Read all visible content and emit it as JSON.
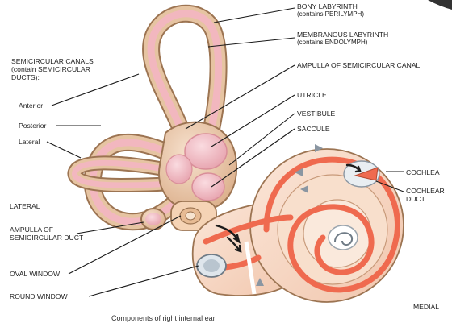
{
  "labels": {
    "bony_labyrinth": "BONY LABYRINTH",
    "bony_labyrinth_note": "(contains PERILYMPH)",
    "membranous_labyrinth": "MEMBRANOUS LABYRINTH",
    "membranous_labyrinth_note": "(contains ENDOLYMPH)",
    "ampulla_canal": "AMPULLA OF SEMICIRCULAR CANAL",
    "utricle": "UTRICLE",
    "vestibule": "VESTIBULE",
    "saccule": "SACCULE",
    "cochlea": "COCHLEA",
    "cochlear_duct_1": "COCHLEAR",
    "cochlear_duct_2": "DUCT",
    "semicircular_canals_1": "SEMICIRCULAR CANALS",
    "semicircular_canals_2": "(contain SEMICIRCULAR",
    "semicircular_canals_3": "DUCTS):",
    "anterior": "Anterior",
    "posterior": "Posterior",
    "lateral_canal": "Lateral",
    "lateral_side": "LATERAL",
    "ampulla_duct_1": "AMPULLA OF",
    "ampulla_duct_2": "SEMICIRCULAR DUCT",
    "oval_window": "OVAL WINDOW",
    "round_window": "ROUND WINDOW",
    "medial_side": "MEDIAL",
    "caption": "Components of right internal ear"
  },
  "colors": {
    "bone": "#e6c4a2",
    "bone_edge": "#9c7452",
    "membrane": "#f2b7bf",
    "membrane_dark": "#d98e99",
    "duct": "#ef6a4f",
    "arrow": "#1c1c1c",
    "leader": "#1a1a1a"
  },
  "icons": [
    "flow-arrow-icon",
    "cochlea-cutaway-icon"
  ]
}
